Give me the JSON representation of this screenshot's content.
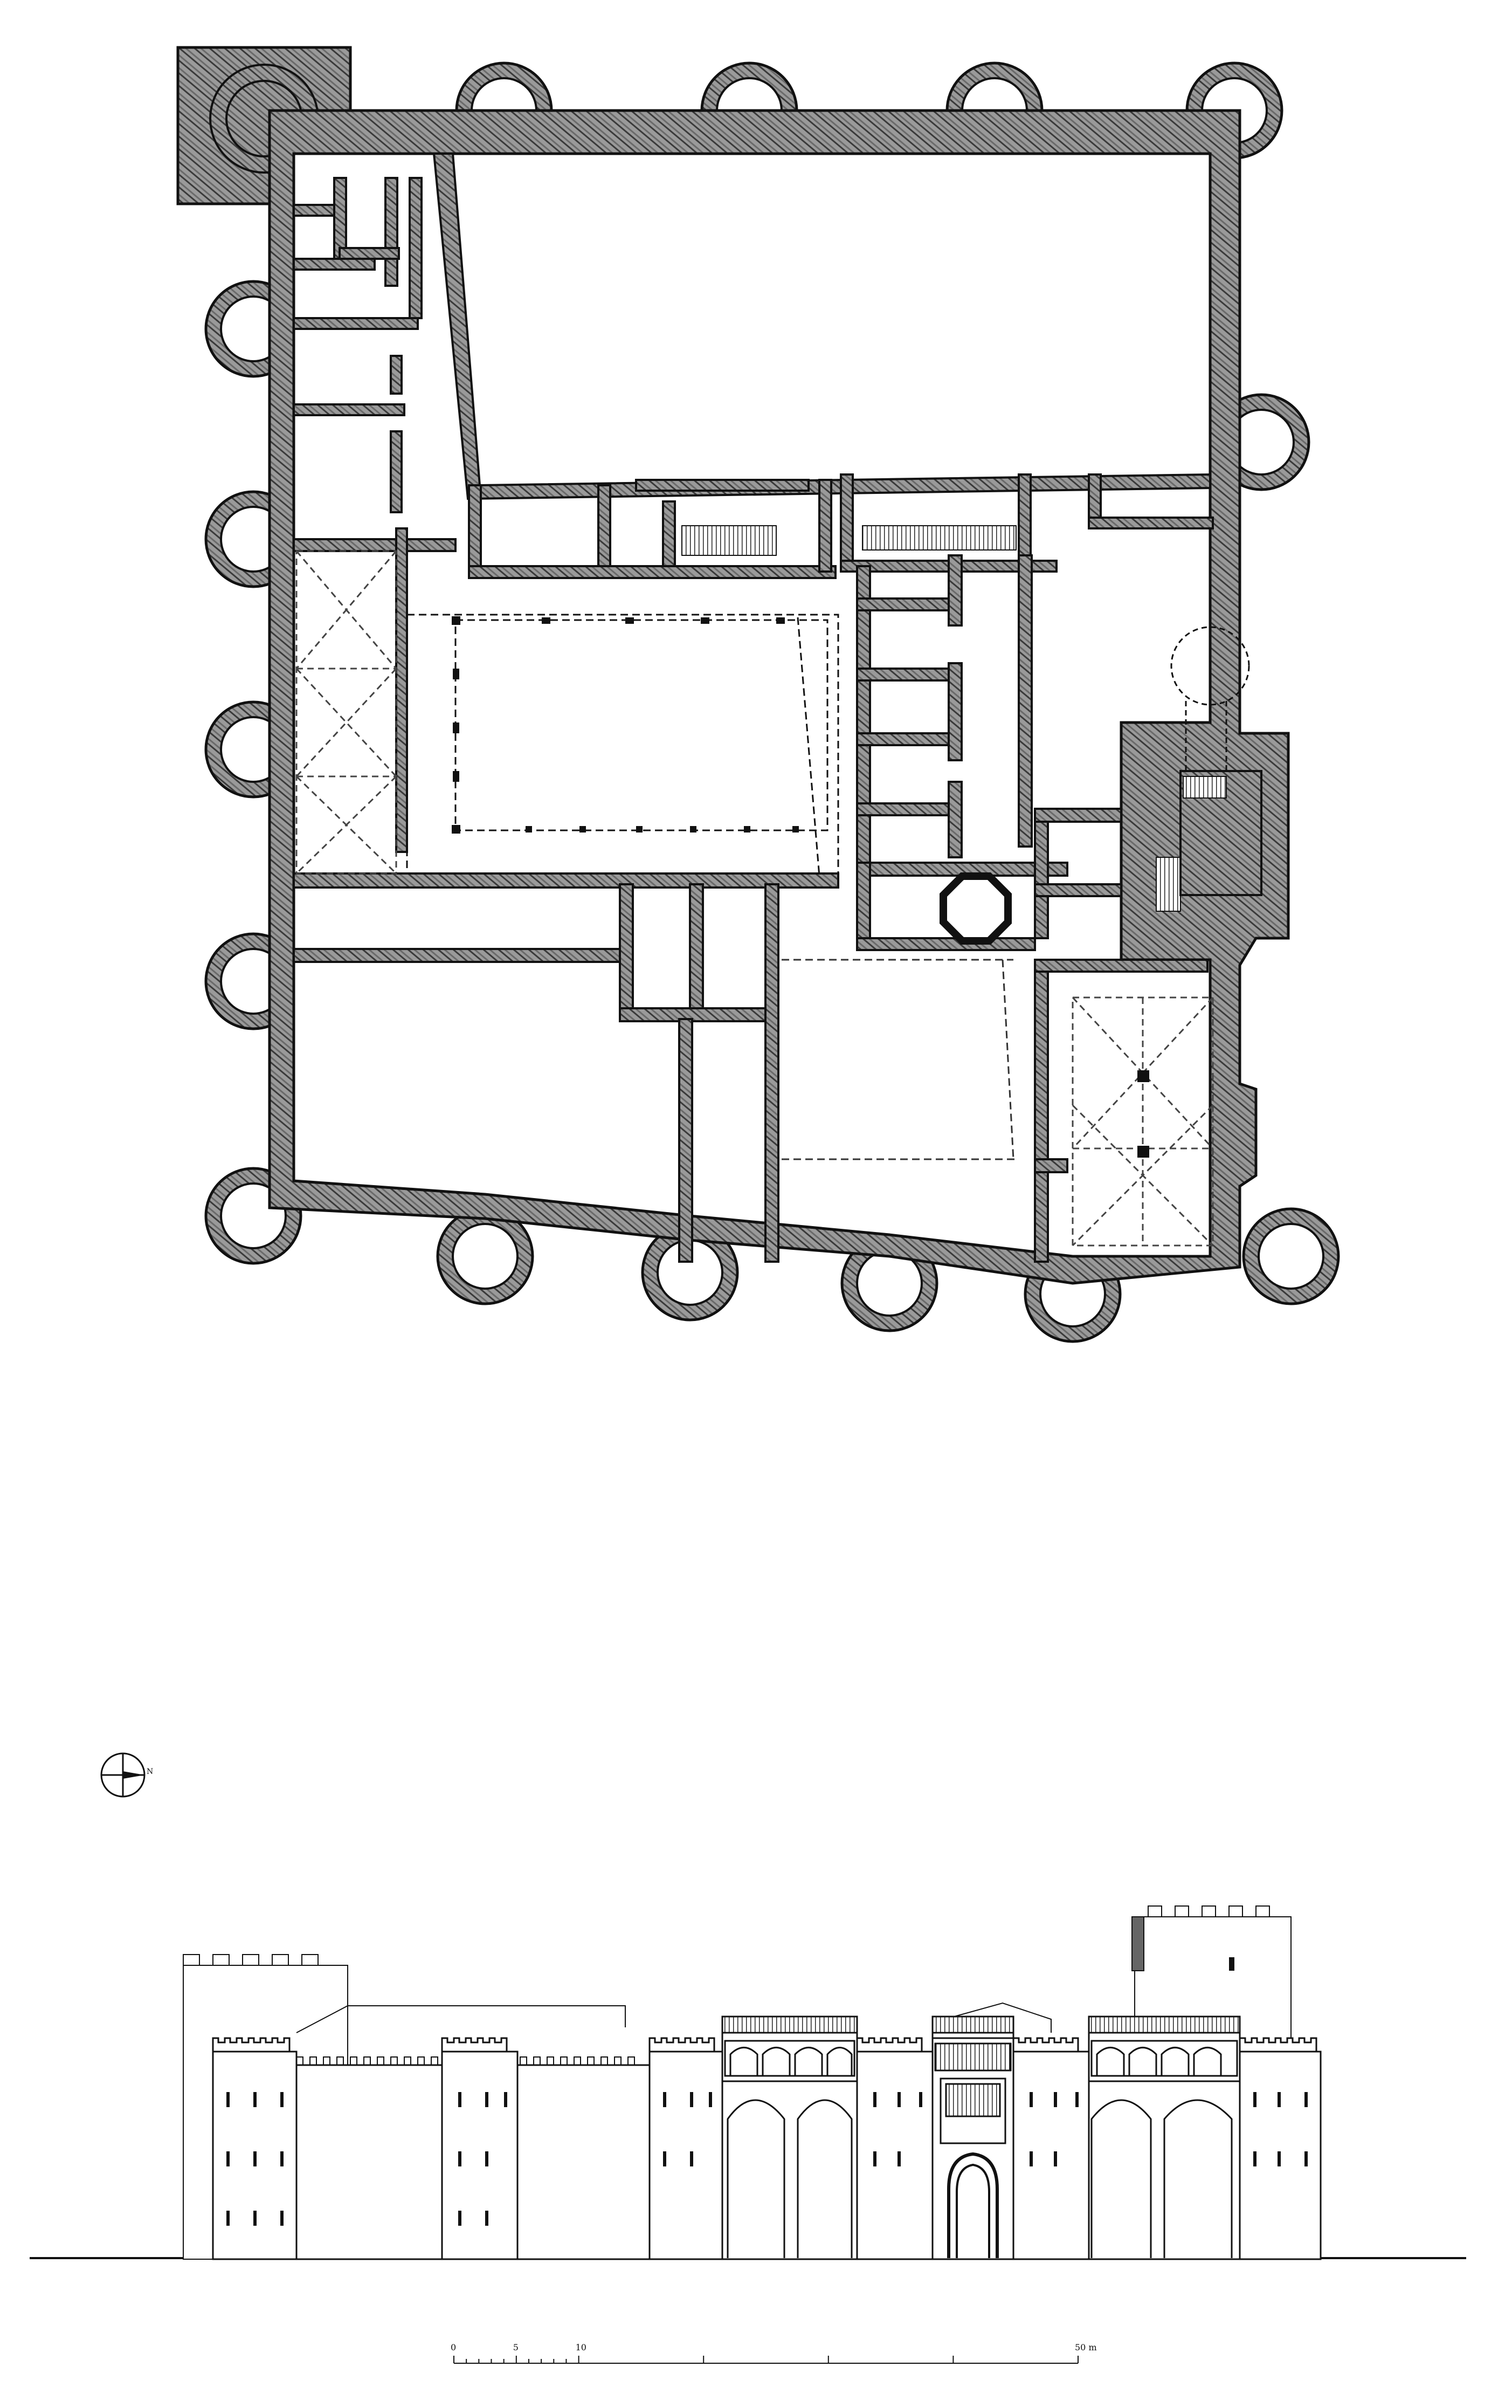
{
  "scale_bar": {
    "labels": [
      "0",
      "5",
      "10",
      "50 m"
    ],
    "values_m": [
      0,
      5,
      10,
      50
    ]
  },
  "north_arrow": {
    "letter": "N"
  },
  "colors": {
    "wall_fill": "#8a8a8a",
    "wall_hatch": "#3a3a3a",
    "line": "#111111",
    "background": "#ffffff"
  },
  "icons": {
    "north_arrow": "compass-rose-icon"
  }
}
